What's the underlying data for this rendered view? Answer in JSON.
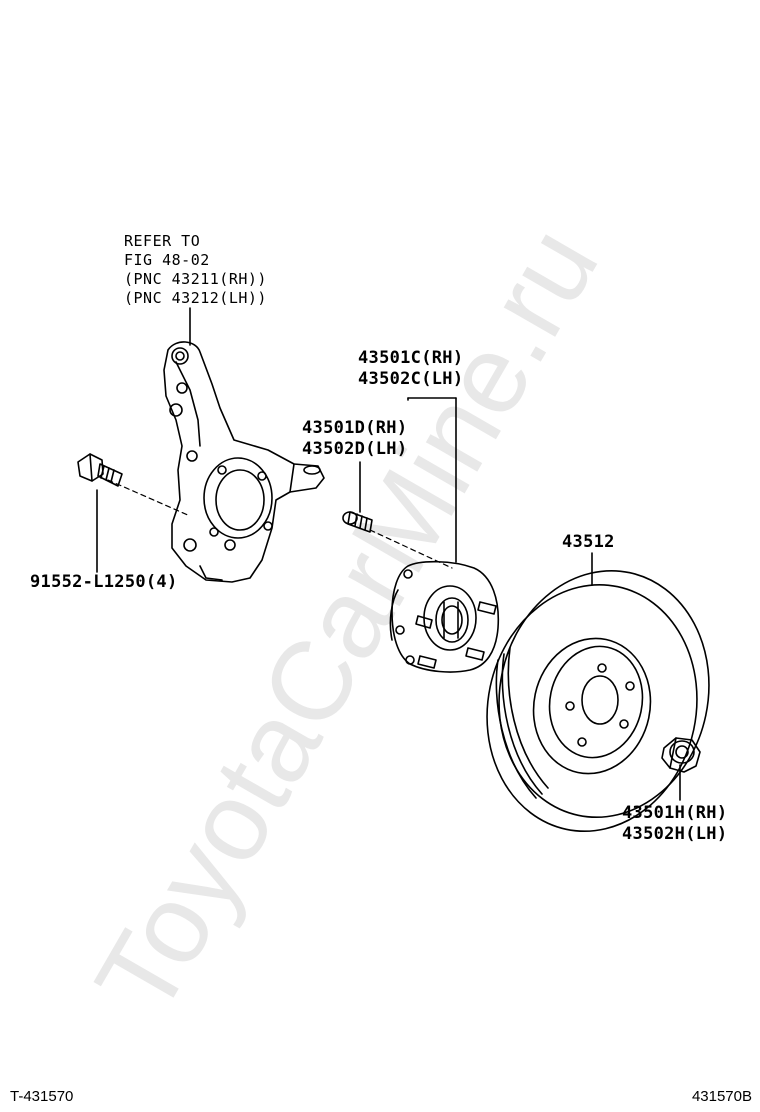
{
  "callouts": {
    "knuckle_ref": [
      "REFER TO",
      "FIG 48-02",
      "(PNC 43211(RH))",
      "(PNC 43212(LH))"
    ],
    "hub_assembly": [
      "43501C(RH)",
      "43502C(LH)"
    ],
    "hub_bolt": [
      "43501D(RH)",
      "43502D(LH)"
    ],
    "knuckle_bolt": "91552-L1250(4)",
    "disc": "43512",
    "hub_nut": [
      "43501H(RH)",
      "43502H(LH)"
    ]
  },
  "footer": {
    "left_id": "T-431570",
    "right_id": "431570B"
  },
  "watermark": {
    "text": "ToyotaCarMine.ru",
    "color": "#e8e8e8"
  },
  "icons": {
    "knuckle": "steering-knuckle-icon",
    "hub": "axle-hub-icon",
    "disc": "brake-disc-icon",
    "nut": "hub-nut-icon",
    "bolt": "bolt-icon"
  }
}
